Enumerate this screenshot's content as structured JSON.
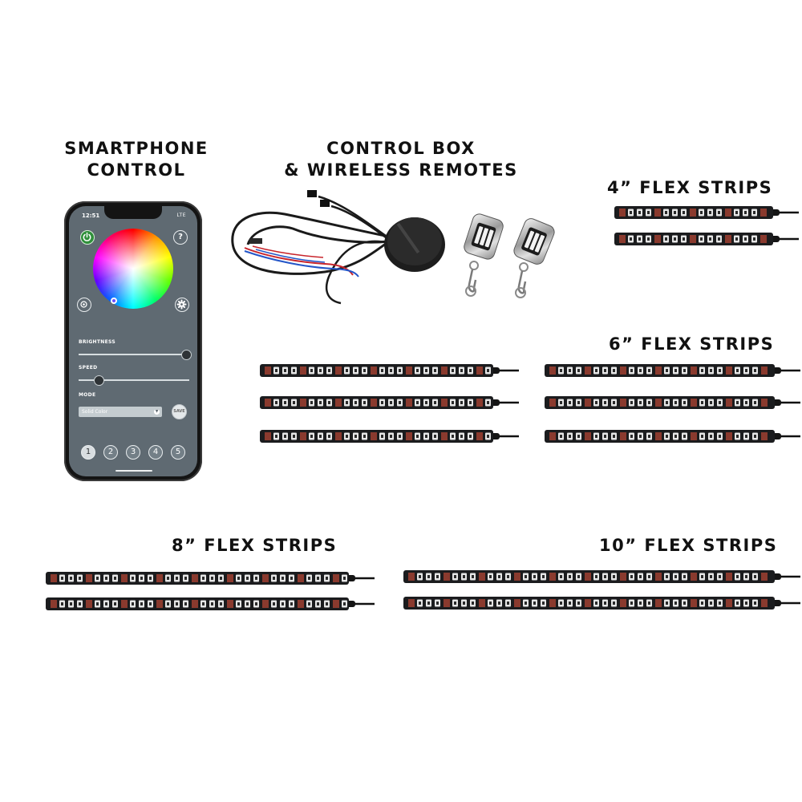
{
  "headings": {
    "smartphone_line1": "SMARTPHONE",
    "smartphone_line2": "CONTROL",
    "controlbox_line1": "CONTROL BOX",
    "controlbox_line2": "& WIRELESS REMOTES",
    "strips_4": "4” FLEX STRIPS",
    "strips_6": "6” FLEX STRIPS",
    "strips_8": "8” FLEX STRIPS",
    "strips_10": "10” FLEX STRIPS"
  },
  "phone": {
    "time": "12:51",
    "signal": "LTE",
    "help_glyph": "?",
    "brightness_label": "BRIGHTNESS",
    "brightness_level": 1.0,
    "speed_label": "SPEED",
    "speed_level": 0.15,
    "mode_label": "MODE",
    "mode_value": "Solid Color",
    "save_label": "SAVE",
    "presets": [
      "1",
      "2",
      "3",
      "4",
      "5"
    ],
    "active_preset": "1"
  },
  "colors": {
    "screen_bg": "#5f6a72",
    "power_green": "#2f8f3a",
    "strip_body": "#1b1c1e",
    "led_red": "#8a3a2e",
    "led_white": "#e6e6e6"
  },
  "icons": [
    "power-icon",
    "help-icon",
    "target-icon",
    "gear-icon",
    "chevron-down-icon"
  ],
  "strip_groups": [
    {
      "size": "4”",
      "count": 2
    },
    {
      "size": "6”",
      "count": 6
    },
    {
      "size": "8”",
      "count": 2
    },
    {
      "size": "10”",
      "count": 2
    }
  ]
}
